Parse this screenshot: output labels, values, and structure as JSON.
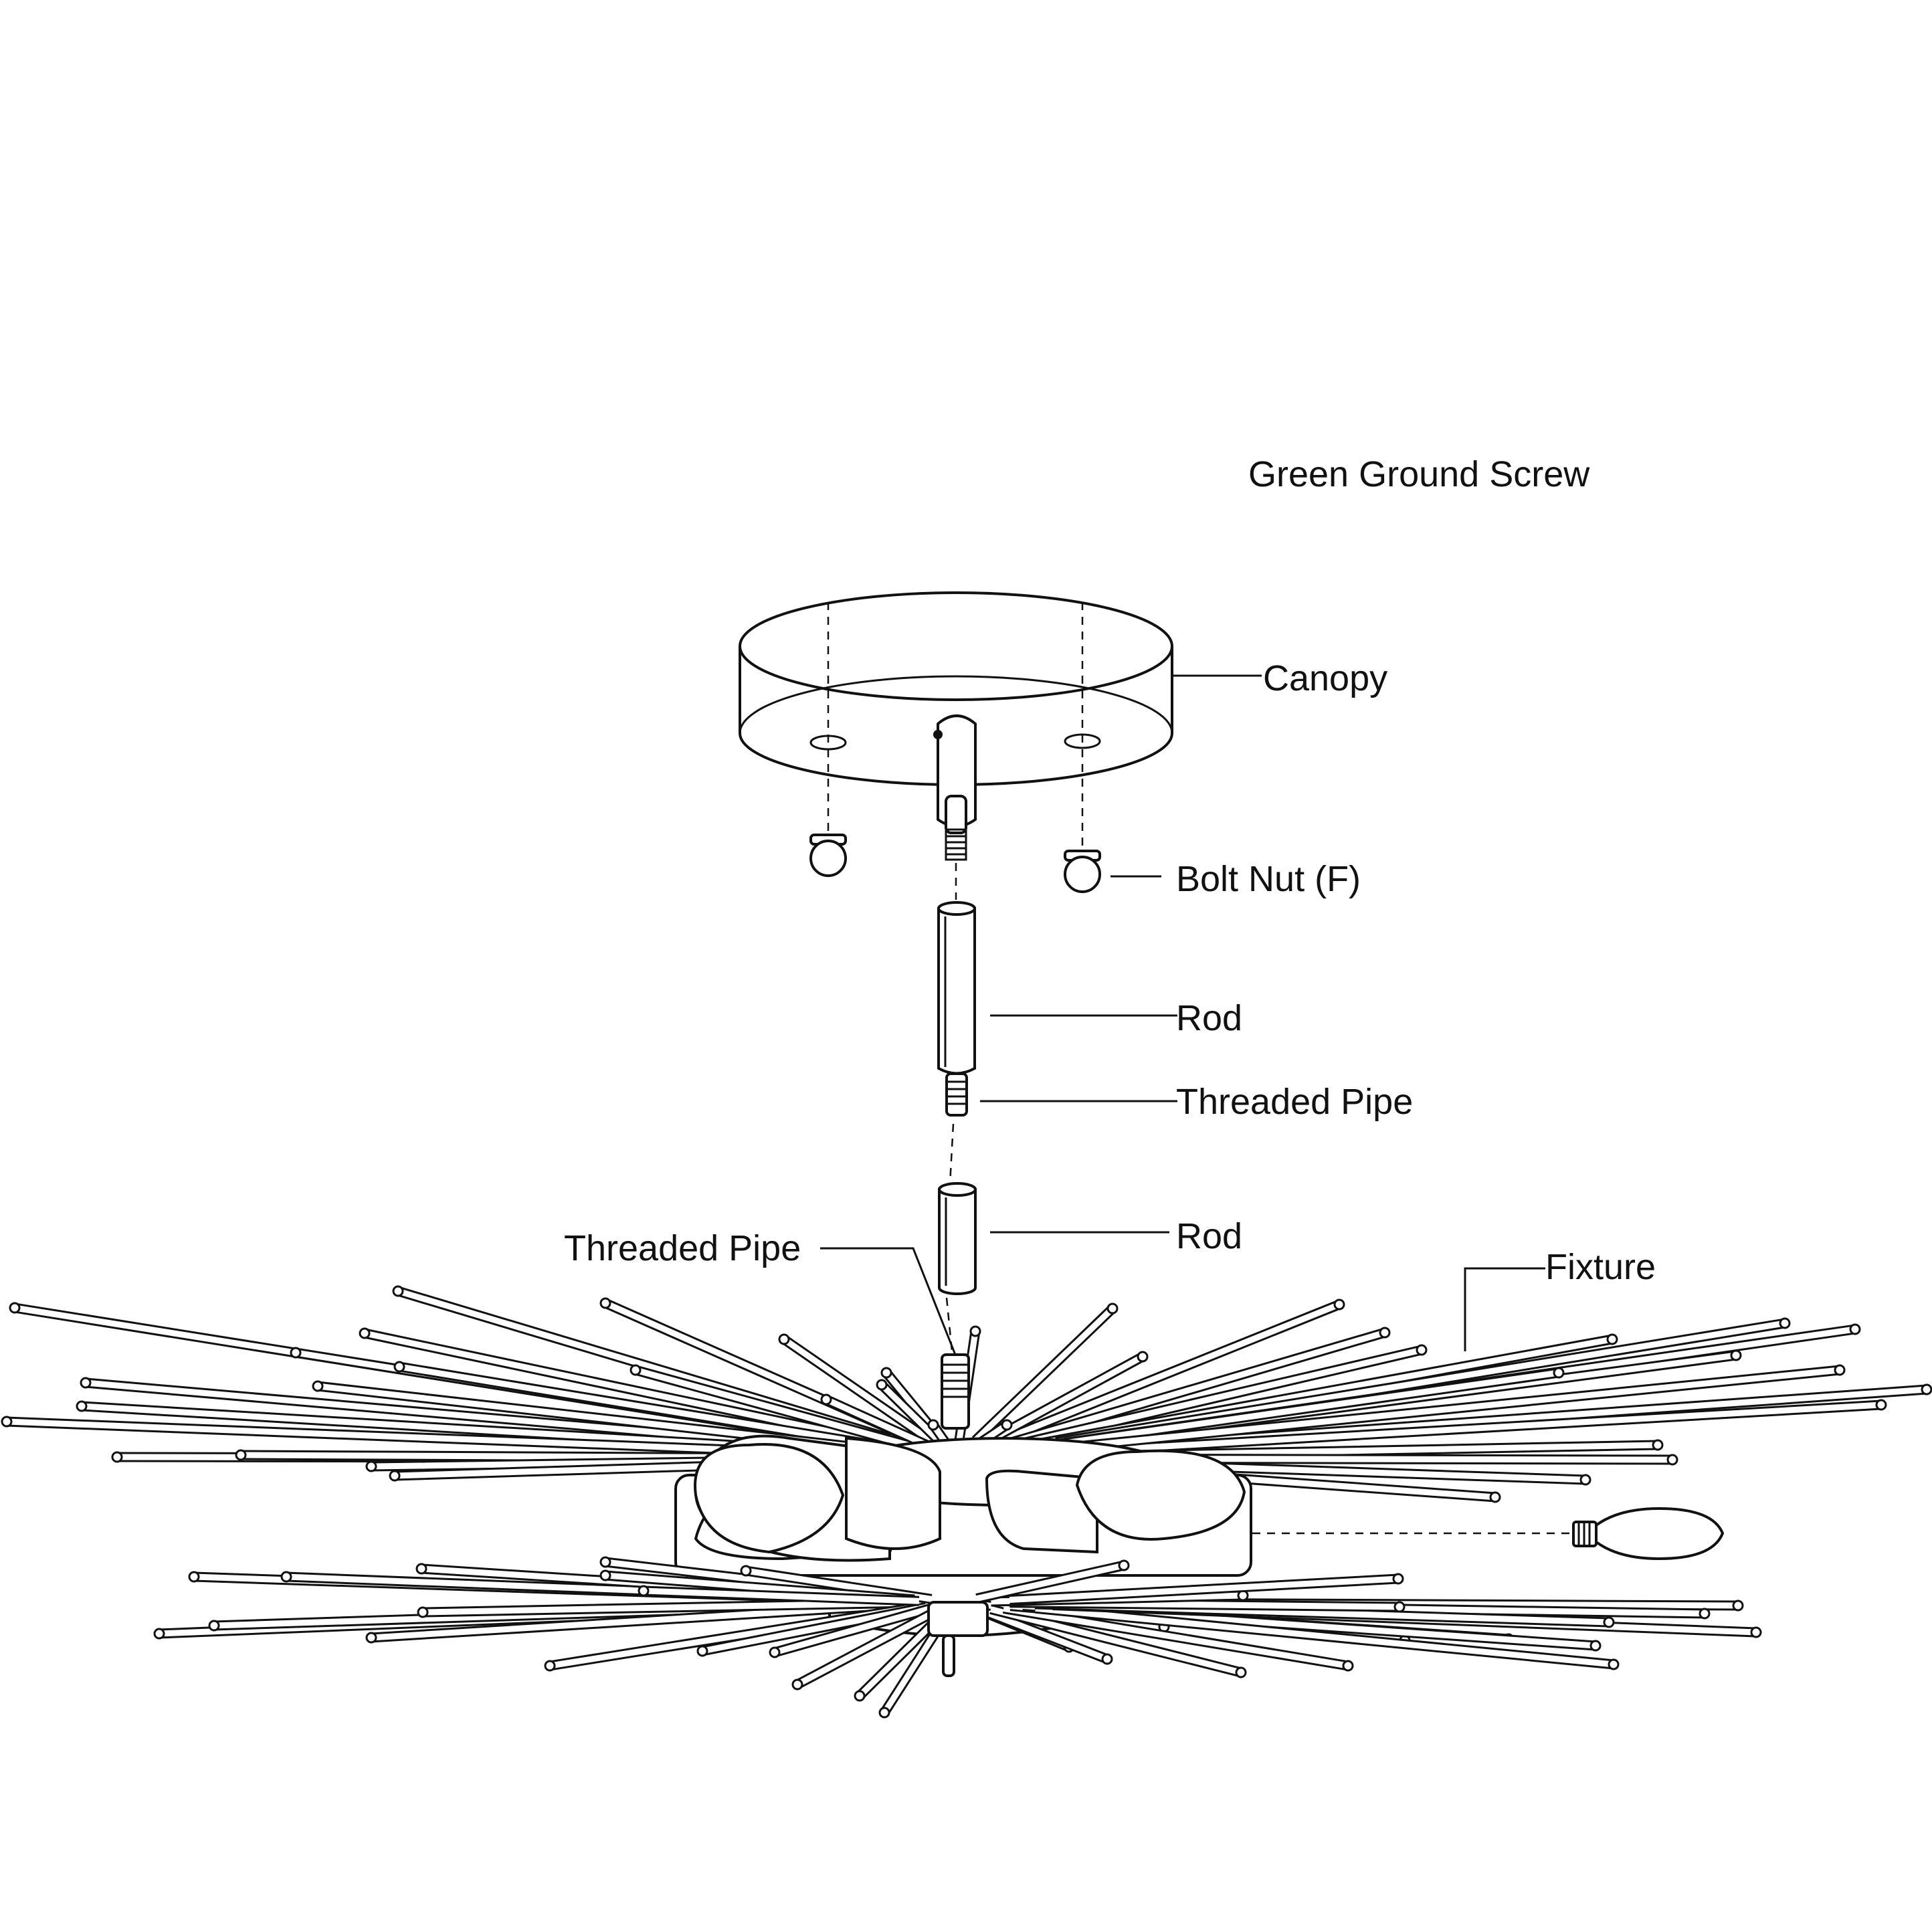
{
  "labels": {
    "green_ground_screw": "Green Ground Screw",
    "canopy": "Canopy",
    "bolt_nut": "Bolt Nut (F)",
    "rod_upper": "Rod",
    "threaded_pipe_right": "Threaded Pipe",
    "rod_lower": "Rod",
    "threaded_pipe_left": "Threaded Pipe",
    "fixture": "Fixture"
  },
  "colors": {
    "line": "#111111",
    "background": "#ffffff"
  }
}
